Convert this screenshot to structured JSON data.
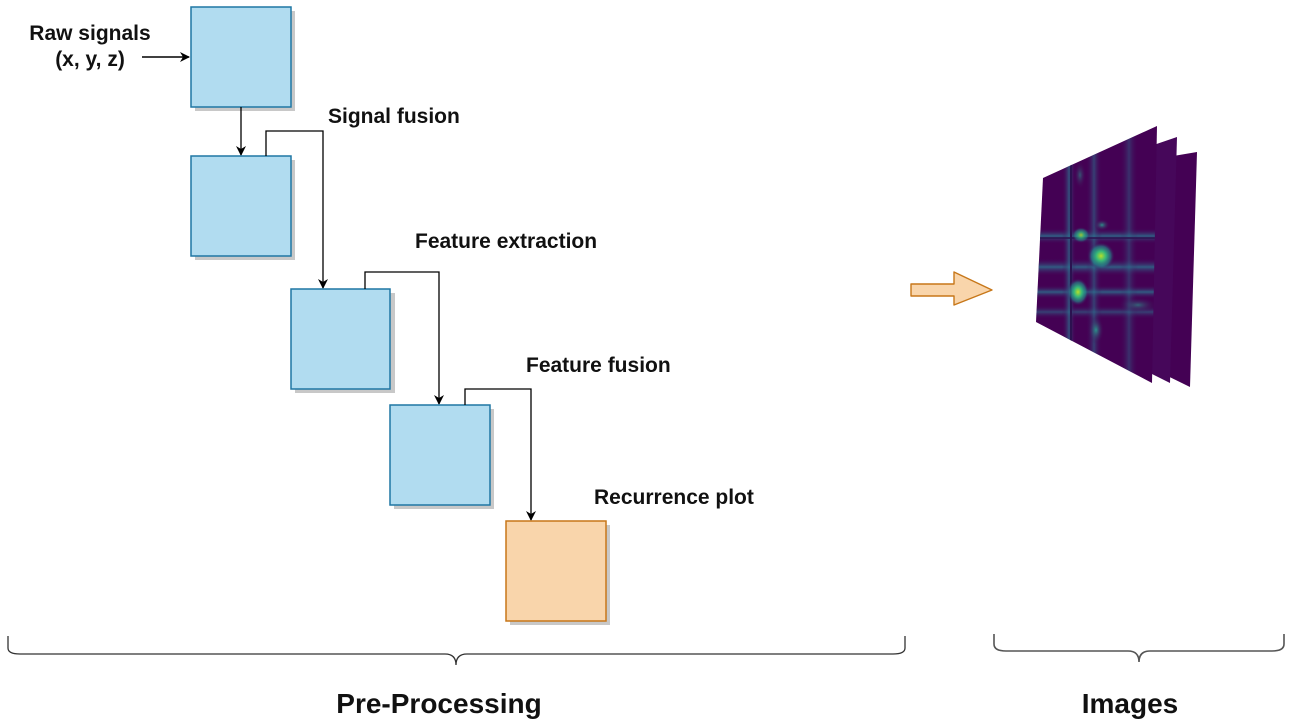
{
  "colors": {
    "process_fill": "#b1dcf0",
    "process_stroke": "#1f77a4",
    "output_fill": "#f9d5ab",
    "output_stroke": "#c77719",
    "shadow": "#c8c8c8",
    "line": "#000000",
    "brace": "#333333"
  },
  "input": {
    "line1": "Raw signals",
    "line2": "(x, y, z)"
  },
  "steps": [
    {
      "id": "raw",
      "label": ""
    },
    {
      "id": "signal-fusion",
      "label": "Signal fusion"
    },
    {
      "id": "feature-extraction",
      "label": "Feature extraction"
    },
    {
      "id": "feature-fusion",
      "label": "Feature fusion"
    },
    {
      "id": "recurrence-plot",
      "label": "Recurrence plot"
    }
  ],
  "sections": {
    "preprocessing": "Pre-Processing",
    "images": "Images"
  },
  "images_stack": {
    "count": 3,
    "colormap": "viridis"
  }
}
